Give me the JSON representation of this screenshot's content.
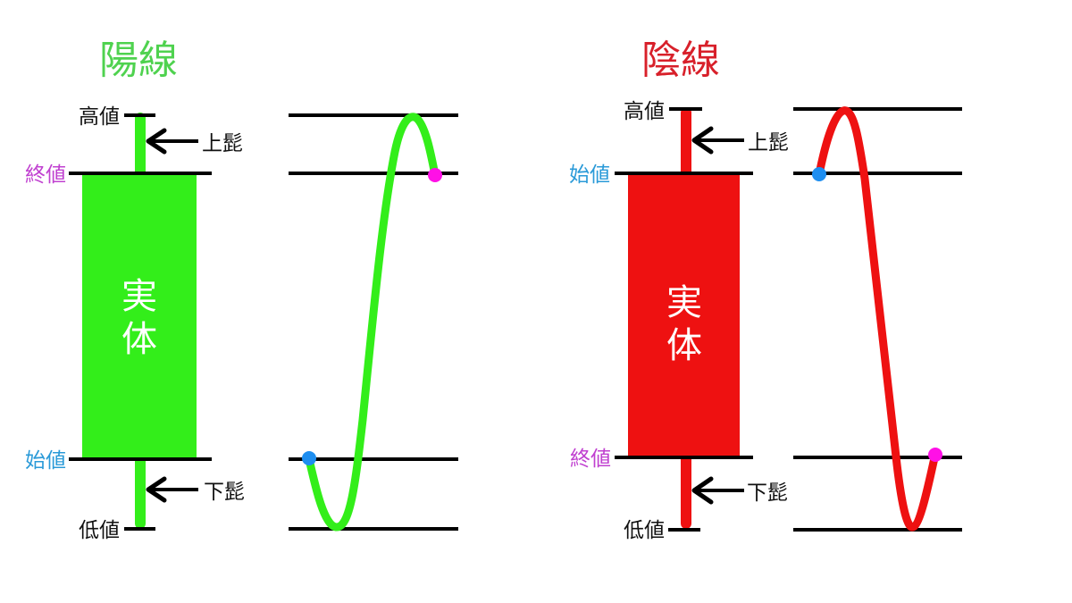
{
  "colors": {
    "bull": "#33ee1a",
    "bear": "#ee1111",
    "bull_title": "#4fd24f",
    "bear_title": "#d8202a",
    "open_label": "#2a9ad8",
    "close_label": "#c040d0",
    "open_dot": "#1e8ef0",
    "close_dot": "#ff10e6",
    "line": "#000000",
    "body_text": "#ffffff"
  },
  "bullish": {
    "title": "陽線",
    "high_label": "高値",
    "close_label": "終値",
    "open_label": "始値",
    "low_label": "低値",
    "upper_shadow_label": "上髭",
    "lower_shadow_label": "下髭",
    "body_label_1": "実",
    "body_label_2": "体"
  },
  "bearish": {
    "title": "陰線",
    "high_label": "高値",
    "open_label": "始値",
    "close_label": "終値",
    "low_label": "低値",
    "upper_shadow_label": "上髭",
    "lower_shadow_label": "下髭",
    "body_label_1": "実",
    "body_label_2": "体"
  }
}
